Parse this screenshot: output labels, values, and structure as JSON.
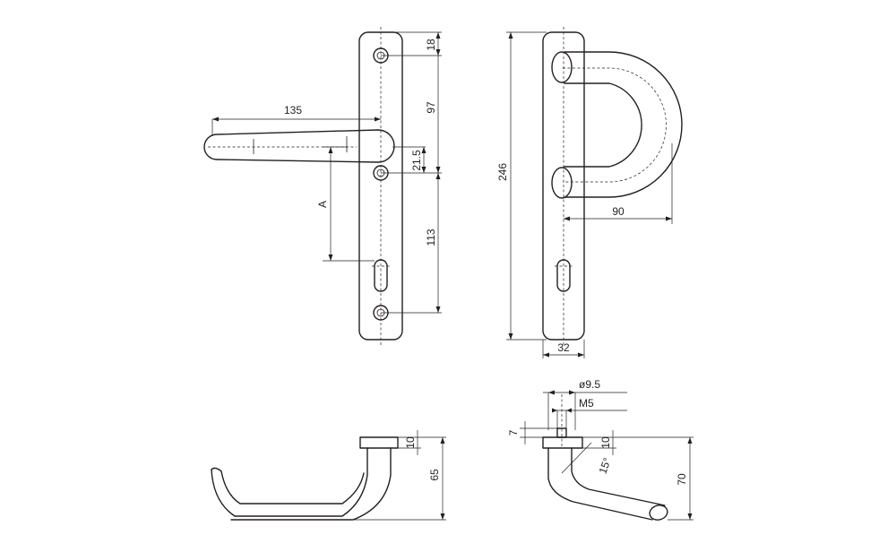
{
  "dimensions": {
    "top_to_upper_screw": "18",
    "upper_screw_to_lever": "97",
    "lever_to_screw": "21.5",
    "screw_to_cylinder": "113",
    "lever_length": "135",
    "lever_to_cylinder": "A",
    "overall_height": "246",
    "pull_projection": "90",
    "plate_width": "32",
    "rose_thickness_lever": "10",
    "lever_projection": "65",
    "spindle_diameter": "ø9.5",
    "thread": "M5",
    "thread_offset": "7",
    "rose_thickness_pull": "10",
    "angle": "15°",
    "pull_lever_projection": "70"
  },
  "colors": {
    "line": "#231f20",
    "background": "#ffffff"
  }
}
